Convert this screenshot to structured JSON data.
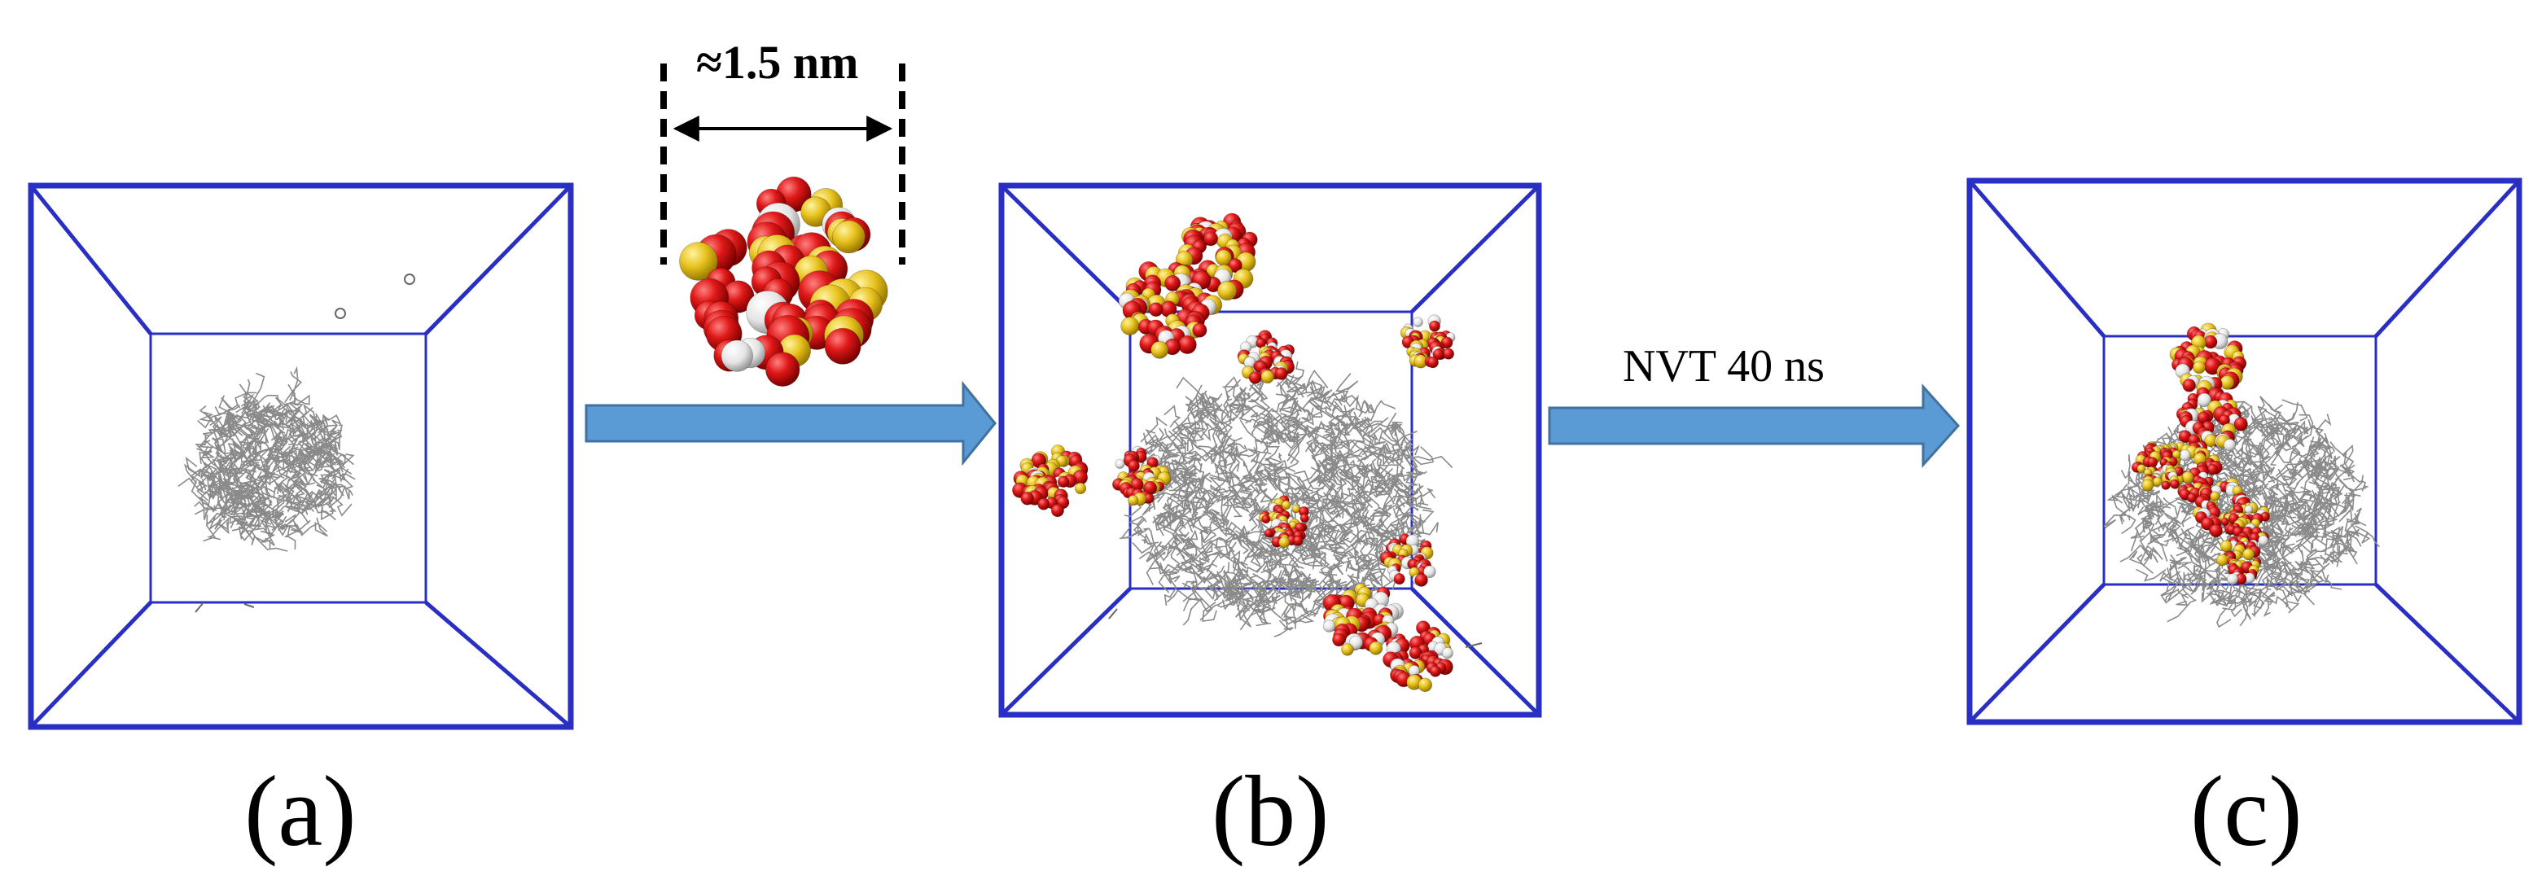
{
  "panels": [
    {
      "label": "(a)"
    },
    {
      "label": "(b)"
    },
    {
      "label": "(c)"
    }
  ],
  "cluster_size_label": "≈1.5 nm",
  "step_label": "NVT 40 ns",
  "colors": {
    "box_edge": "#2a2fc4",
    "arrow_fill": "#5b9bd5",
    "oxygen": "#d41414",
    "silicon": "#e8c21e",
    "hydrogen": "#ececec",
    "polymer": "#8a8a8a"
  },
  "icons": {
    "box": "simulation-box-icon",
    "nanoparticle": "silica-nanoparticle-icon",
    "polymer": "polymer-coil-icon",
    "arrow": "process-arrow-icon"
  }
}
